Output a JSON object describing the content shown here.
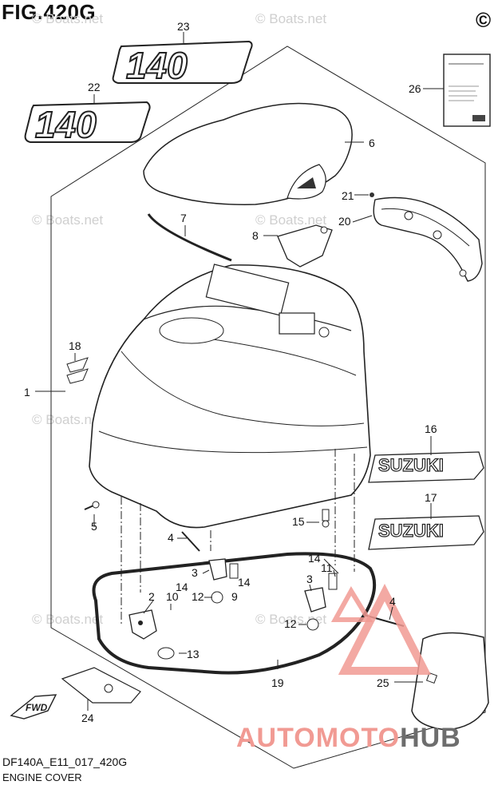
{
  "header": {
    "figure_title": "FIG.420G",
    "copyright_mark": "©"
  },
  "footer": {
    "drawing_code": "DF140A_E11_017_420G",
    "caption": "ENGINE COVER"
  },
  "watermark": {
    "text": "© Boats.net",
    "color": "#cfcfcf"
  },
  "brand": {
    "part1": "AUTOMOTO",
    "part2": "HUB",
    "color1": "#f19a93",
    "color2": "#6d6d6d"
  },
  "decals": {
    "model_number": "140",
    "suzuki": "SUZUKI",
    "fwd": "FWD"
  },
  "parts": [
    {
      "no": "1",
      "part": "engine cover"
    },
    {
      "no": "2",
      "part": "latch"
    },
    {
      "no": "3",
      "part": "latch"
    },
    {
      "no": "3",
      "part": "latch"
    },
    {
      "no": "4",
      "part": "rod"
    },
    {
      "no": "4",
      "part": "rod"
    },
    {
      "no": "5",
      "part": "pin"
    },
    {
      "no": "6",
      "part": "top cover"
    },
    {
      "no": "7",
      "part": "seal"
    },
    {
      "no": "8",
      "part": "duct"
    },
    {
      "no": "9",
      "part": "bolt"
    },
    {
      "no": "10",
      "part": "bolt"
    },
    {
      "no": "11",
      "part": "bolt"
    },
    {
      "no": "12",
      "part": "bolt"
    },
    {
      "no": "12",
      "part": "bolt"
    },
    {
      "no": "13",
      "part": "grommet"
    },
    {
      "no": "14",
      "part": "screw"
    },
    {
      "no": "14",
      "part": "screw"
    },
    {
      "no": "14",
      "part": "screw"
    },
    {
      "no": "15",
      "part": "bolt"
    },
    {
      "no": "16",
      "part": "emblem"
    },
    {
      "no": "17",
      "part": "emblem"
    },
    {
      "no": "18",
      "part": "emblem"
    },
    {
      "no": "19",
      "part": "seal"
    },
    {
      "no": "20",
      "part": "handle"
    },
    {
      "no": "21",
      "part": "screw"
    },
    {
      "no": "22",
      "part": "decal"
    },
    {
      "no": "23",
      "part": "decal"
    },
    {
      "no": "24",
      "part": "decal"
    },
    {
      "no": "25",
      "part": "cover"
    },
    {
      "no": "26",
      "part": "manual"
    }
  ]
}
